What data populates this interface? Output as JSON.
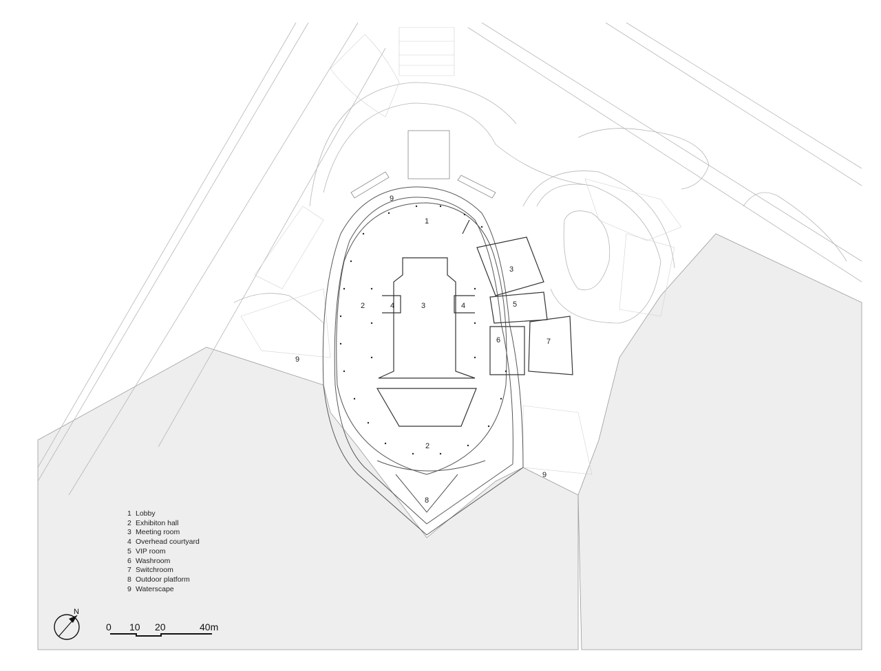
{
  "room_labels": {
    "lobby": "1",
    "exhibition_west": "2",
    "exhibition_south": "2",
    "meeting_center": "3",
    "meeting_east": "3",
    "courtyard_west": "4",
    "courtyard_east": "4",
    "vip": "5",
    "washroom": "6",
    "switchroom": "7",
    "platform": "8",
    "waterscape_top": "9",
    "waterscape_west": "9",
    "waterscape_east": "9"
  },
  "legend": [
    {
      "num": "1",
      "label": "Lobby"
    },
    {
      "num": "2",
      "label": "Exhibiton hall"
    },
    {
      "num": "3",
      "label": "Meeting room"
    },
    {
      "num": "4",
      "label": "Overhead courtyard"
    },
    {
      "num": "5",
      "label": "VIP room"
    },
    {
      "num": "6",
      "label": "Washroom"
    },
    {
      "num": "7",
      "label": "Switchroom"
    },
    {
      "num": "8",
      "label": "Outdoor platform"
    },
    {
      "num": "9",
      "label": "Waterscape"
    }
  ],
  "scale_bar": {
    "t0": "0",
    "t1": "10",
    "t2": "20",
    "t3": "40m"
  },
  "north_label": "N",
  "colors": {
    "water": "#eeeeee",
    "line": "#555555",
    "light_line": "#b5b5b5"
  }
}
